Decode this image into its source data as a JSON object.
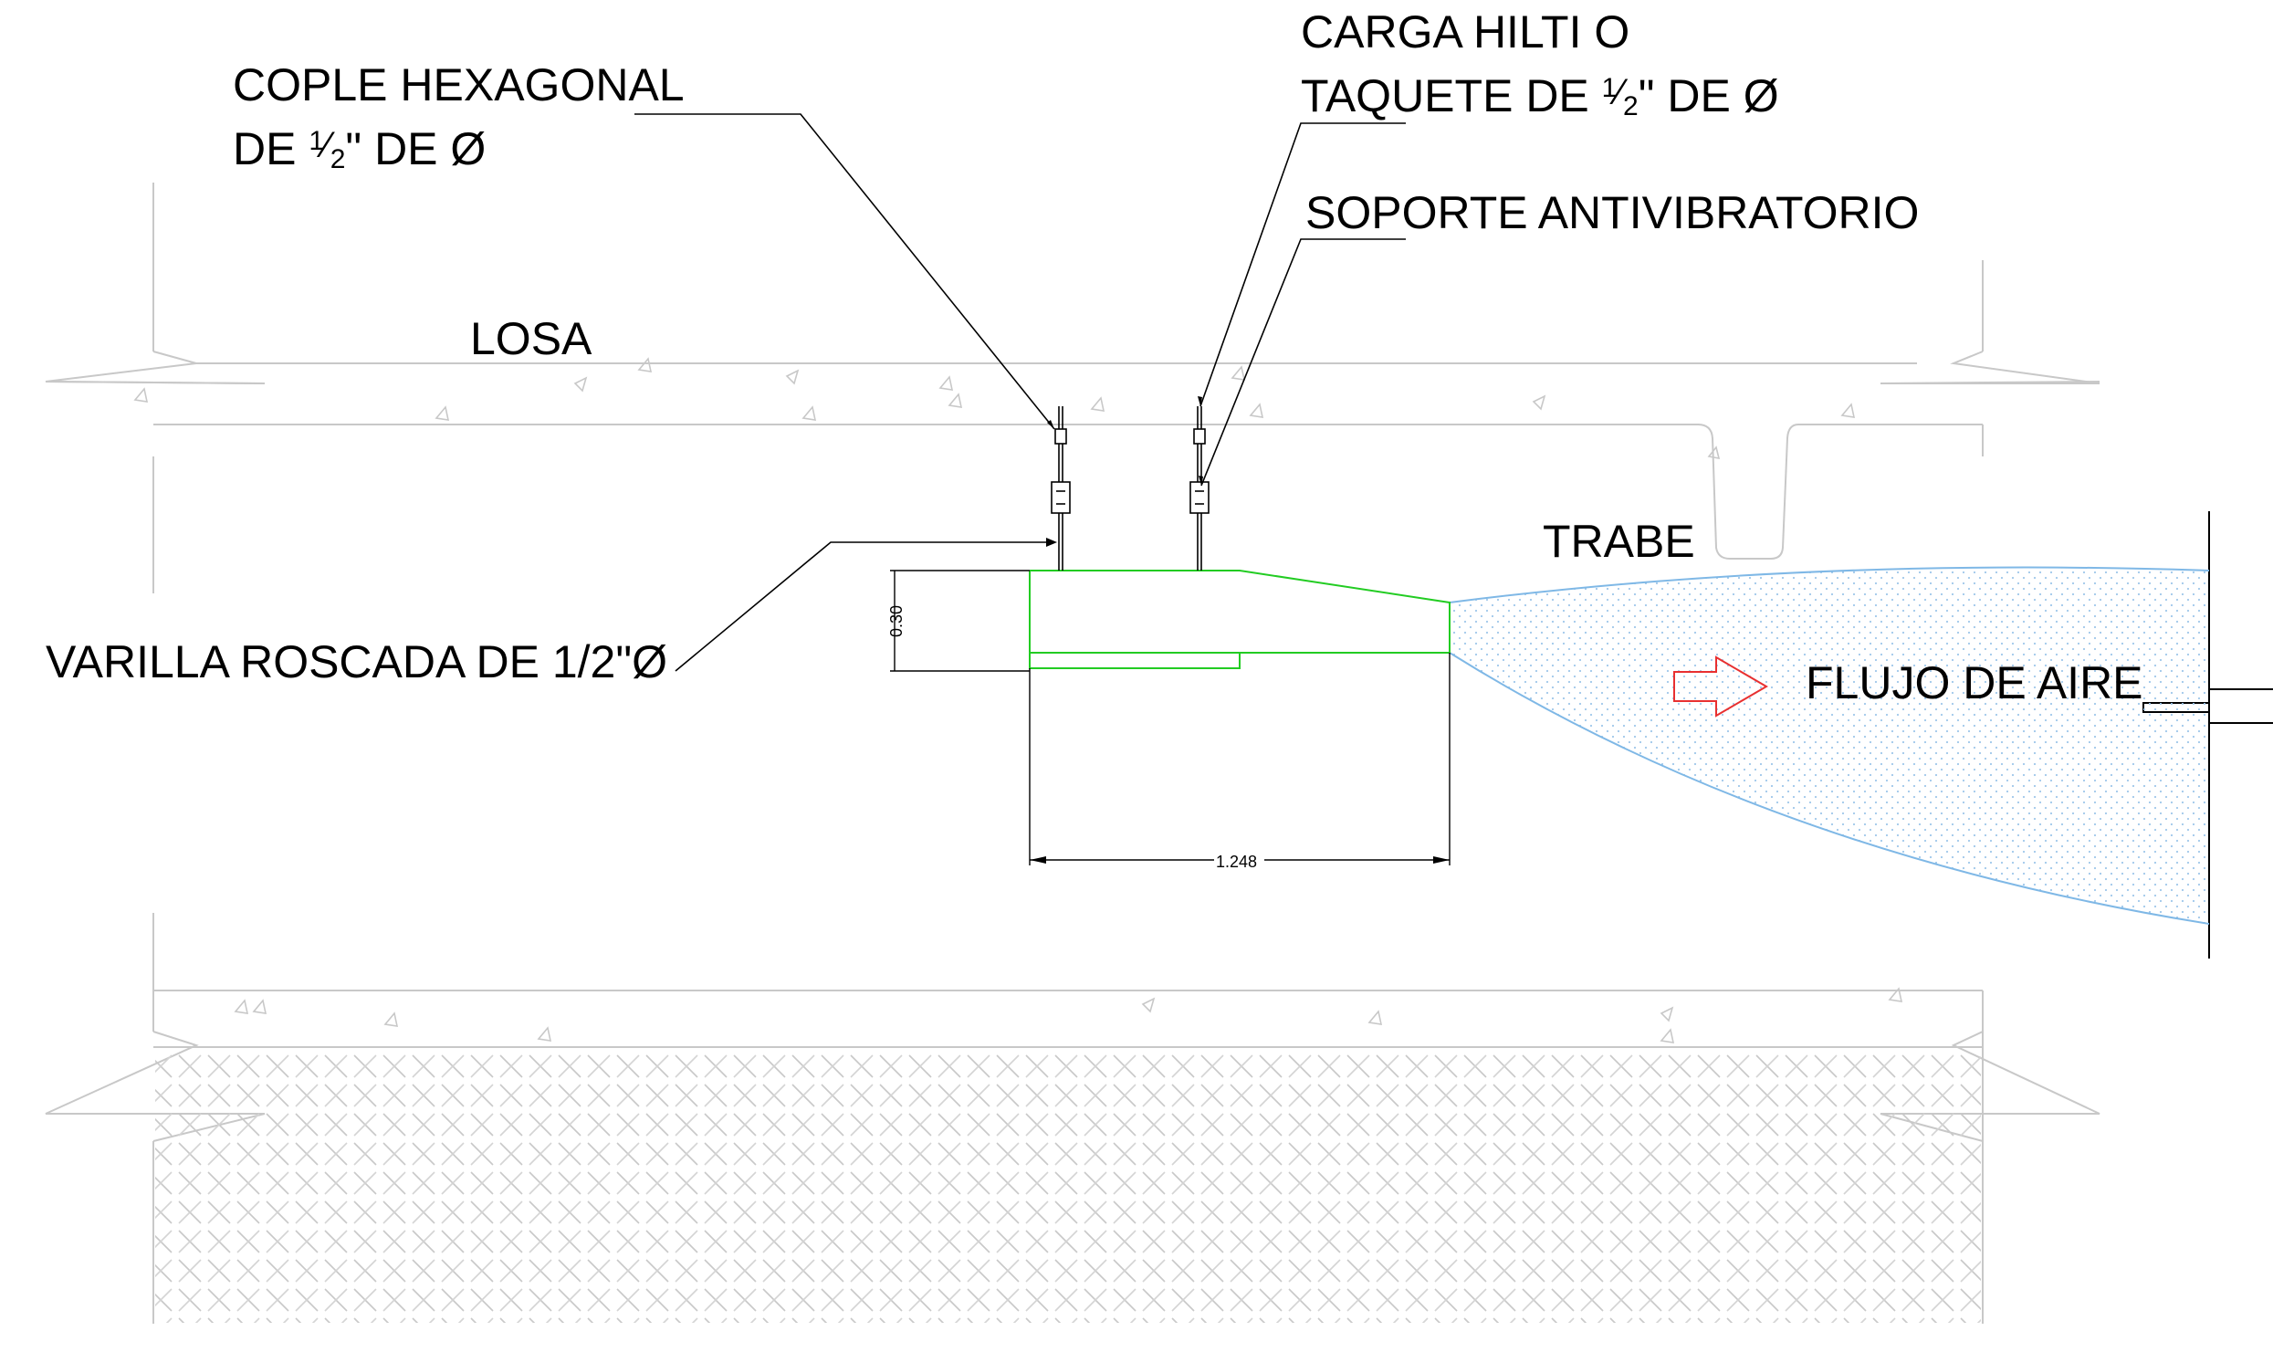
{
  "labels": {
    "cople_line1": "COPLE HEXAGONAL",
    "cople_line2_pre": "DE ",
    "cople_line2_post": "\" DE Ø",
    "carga_line1": "CARGA HILTI O",
    "carga_line2_pre": "TAQUETE DE ",
    "carga_line2_post": "\" DE Ø",
    "half_num": "1",
    "half_den": "2",
    "soporte": "SOPORTE ANTIVIBRATORIO",
    "losa": "LOSA",
    "trabe": "TRABE",
    "varilla": "VARILLA ROSCADA DE 1/2\"Ø",
    "flujo": "FLUJO DE AIRE"
  },
  "dimensions": {
    "height": "0.30",
    "width": "1.248"
  },
  "colors": {
    "line": "#000000",
    "structure": "#c8c8c8",
    "duct": "#22cc22",
    "airflow": "#7fb8e6",
    "arrow": "#e83030"
  },
  "icons": {
    "flow_arrow": "right-arrow-icon"
  }
}
